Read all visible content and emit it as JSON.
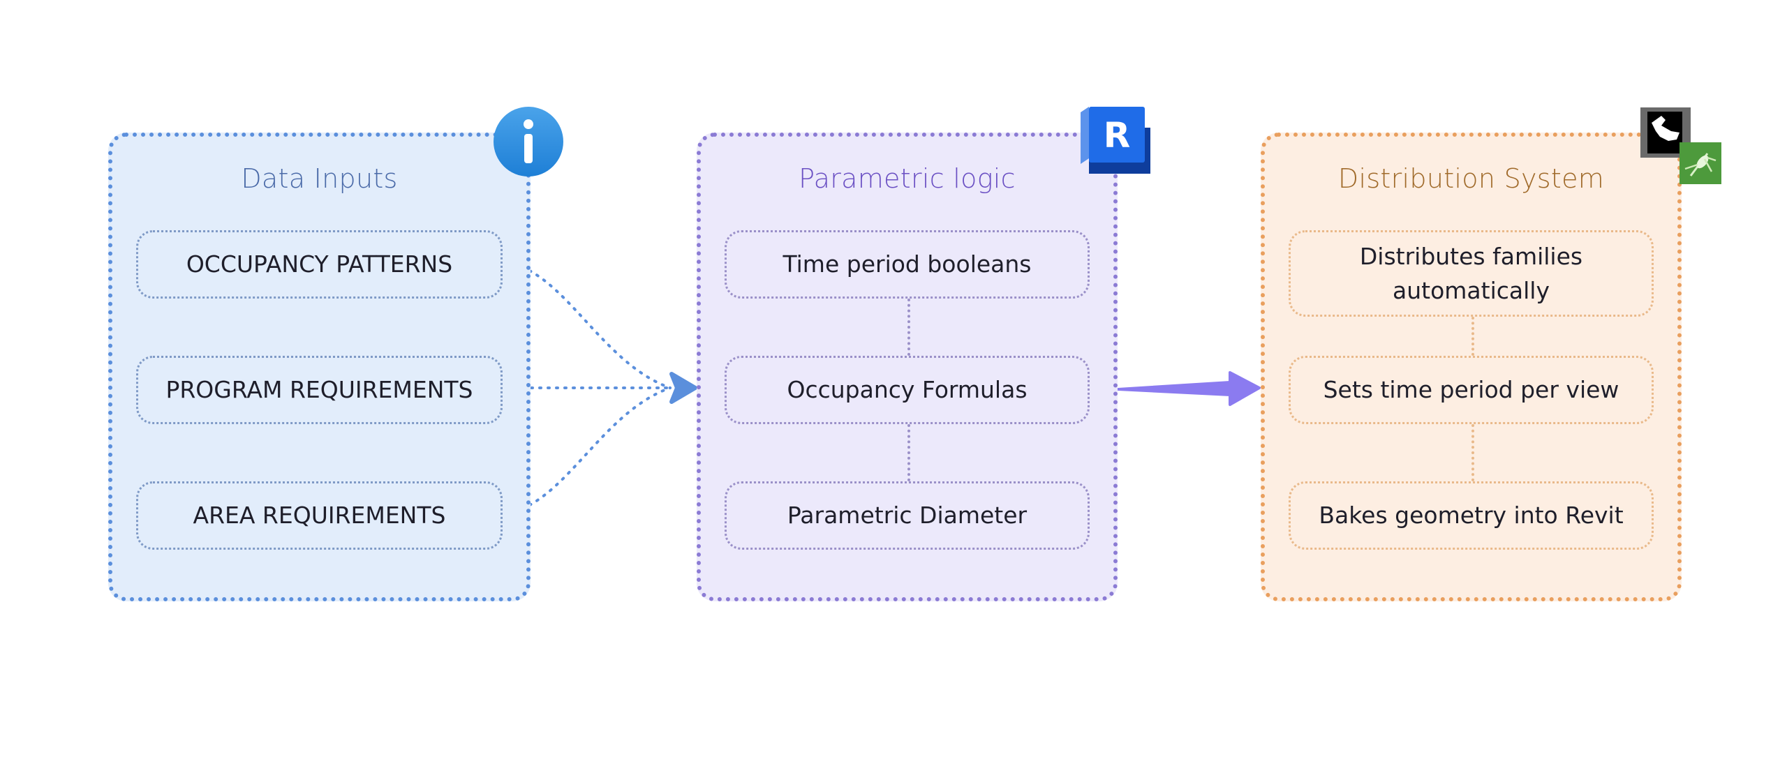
{
  "panels": [
    {
      "title": "Data Inputs",
      "icon": "info-icon",
      "accent": "#5b8fdc",
      "items": [
        "OCCUPANCY PATTERNS",
        "PROGRAM REQUIREMENTS",
        "AREA REQUIREMENTS"
      ]
    },
    {
      "title": "Parametric logic",
      "icon": "revit-logo-icon",
      "accent": "#8b7bd4",
      "items": [
        "Time period booleans",
        "Occupancy Formulas",
        "Parametric Diameter"
      ]
    },
    {
      "title": "Distribution System",
      "icon": "rhino-grasshopper-logo-icon",
      "accent": "#e99f5e",
      "items": [
        "Distributes families automatically",
        "Sets time period per view",
        "Bakes geometry into Revit"
      ]
    }
  ],
  "icons": {
    "info_glyph": "i",
    "revit_glyph": "R"
  },
  "connectors": {
    "inputs_to_logic": "dotted-merge-arrow",
    "logic_to_distribution": "solid-arrow"
  }
}
